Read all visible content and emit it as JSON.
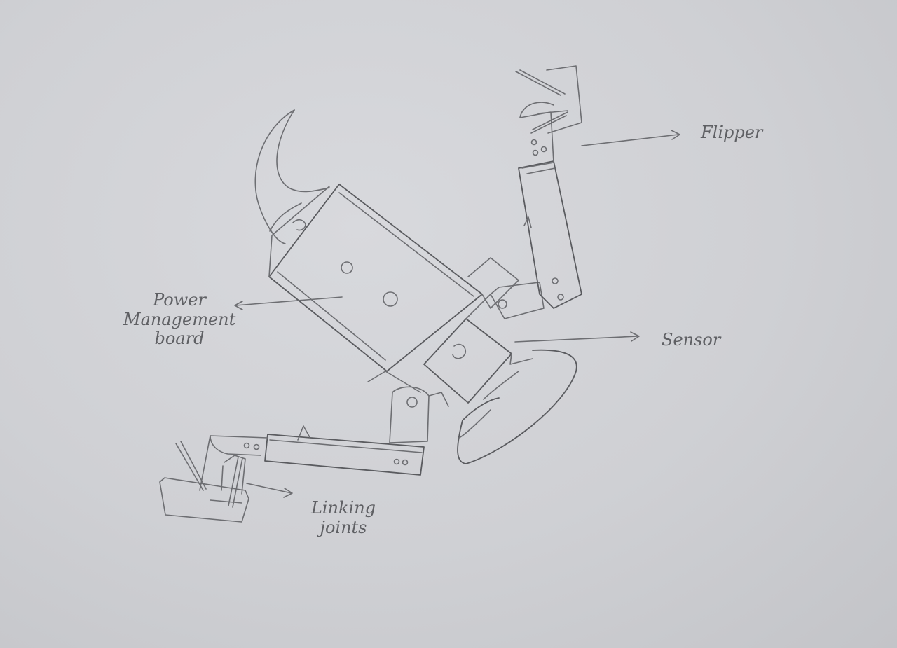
{
  "labels": {
    "power_management_board": "Power Management board",
    "flipper": "Flipper",
    "sensor": "Sensor",
    "linking_joints": "Linking joints"
  },
  "colors": {
    "paper": "#d3d4d8",
    "pencil": "#6d6e72"
  }
}
